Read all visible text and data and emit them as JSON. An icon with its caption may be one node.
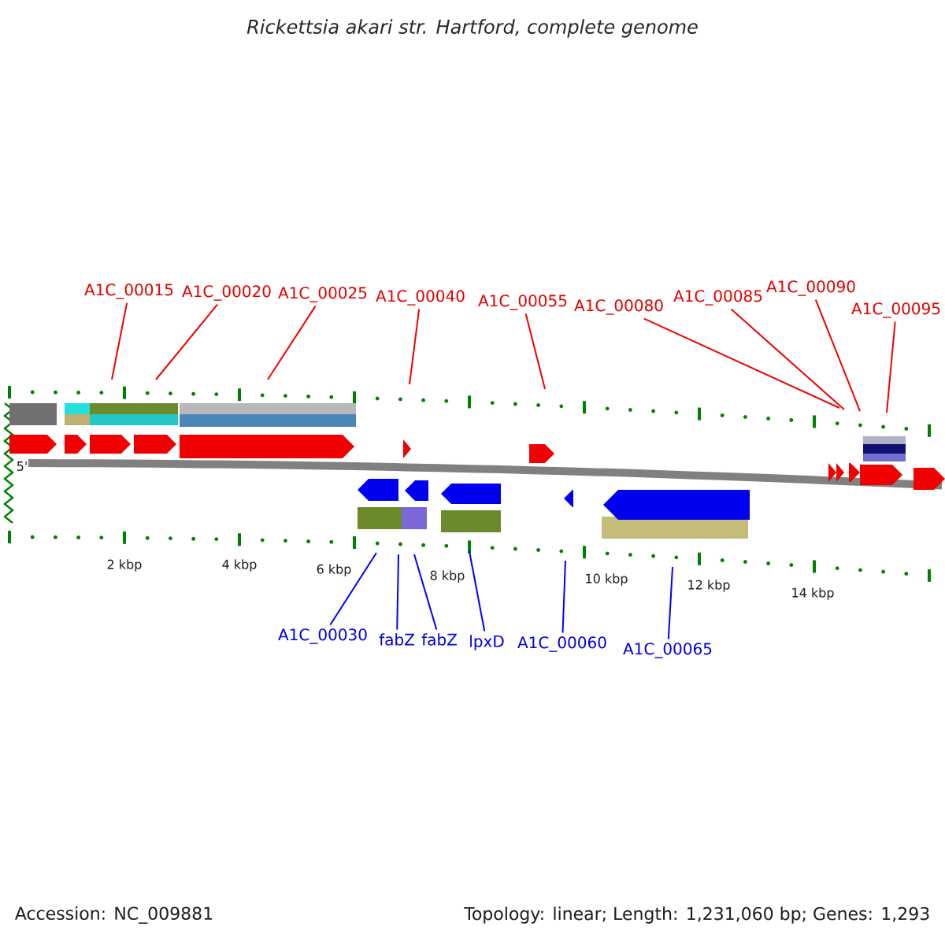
{
  "diagram": {
    "title": "Rickettsia akari str. Hartford, complete genome",
    "nodes": [
      {
        "text": [
          "A1C_00015"
        ]
      },
      {
        "text": [
          "A1C_00020"
        ]
      },
      {
        "text": [
          "A1C_00025"
        ]
      },
      {
        "text": [
          "A1C_00040"
        ]
      },
      {
        "text": [
          "A1C_00055"
        ]
      },
      {
        "text": [
          "A1C_00080"
        ]
      },
      {
        "text": [
          "A1C_00085"
        ]
      },
      {
        "text": [
          "A1C_00090"
        ]
      },
      {
        "text": [
          "A1C_00095"
        ]
      },
      {
        "text": [
          "A1C_00030"
        ]
      },
      {
        "text": [
          "fabZ"
        ]
      },
      {
        "text": [
          "fabZ"
        ]
      },
      {
        "text": [
          "lpxD"
        ]
      },
      {
        "text": [
          "A1C_00060"
        ]
      },
      {
        "text": [
          "A1C_00065"
        ]
      }
    ],
    "edges": [
      {
        "from": 0,
        "to": null,
        "arrow": "none"
      },
      {
        "from": 1,
        "to": null,
        "arrow": "none"
      },
      {
        "from": 2,
        "to": null,
        "arrow": "none"
      },
      {
        "from": 3,
        "to": null,
        "arrow": "none"
      },
      {
        "from": 4,
        "to": null,
        "arrow": "none"
      },
      {
        "from": 5,
        "to": null,
        "arrow": "none"
      },
      {
        "from": 6,
        "to": null,
        "arrow": "none"
      },
      {
        "from": 7,
        "to": null,
        "arrow": "none"
      },
      {
        "from": 8,
        "to": null,
        "arrow": "none"
      },
      {
        "from": 9,
        "to": null,
        "arrow": "none",
        "color": "#0000ff"
      },
      {
        "from": 10,
        "to": null,
        "arrow": "none",
        "color": "#0000ff"
      },
      {
        "from": 11,
        "to": null,
        "arrow": "none",
        "color": "#0000ff"
      },
      {
        "from": 12,
        "to": null,
        "arrow": "none",
        "color": "#0000ff"
      },
      {
        "from": 13,
        "to": null,
        "arrow": "none",
        "color": "#0000ff"
      },
      {
        "from": 14,
        "to": null,
        "arrow": "none",
        "color": "#0000ff"
      }
    ],
    "labels": [
      "5'",
      "2 kbp",
      "4 kbp",
      "6 kbp",
      "8 kbp",
      "10 kbp",
      "12 kbp",
      "14 kbp",
      "Accession: NC_009881",
      "Topology: linear; Length: 1,231,060 bp; Genes: 1,293"
    ]
  }
}
